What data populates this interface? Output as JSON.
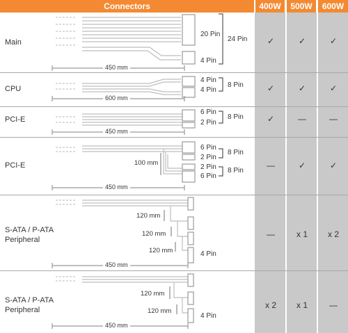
{
  "header": {
    "connectors": "Connectors",
    "w400": "400W",
    "w500": "500W",
    "w600": "600W"
  },
  "colors": {
    "header": "#f38a33",
    "column_bg": "#c9c9c9",
    "row_divider": "#a7a7a7"
  },
  "rows": [
    {
      "label": "Main",
      "length": "450 mm",
      "pins": [
        "20 Pin",
        "4 Pin"
      ],
      "total": "24 Pin",
      "w400": "✓",
      "w500": "✓",
      "w600": "✓"
    },
    {
      "label": "CPU",
      "length": "600 mm",
      "pins": [
        "4 Pin",
        "4 Pin"
      ],
      "total": "8 Pin",
      "w400": "✓",
      "w500": "✓",
      "w600": "✓"
    },
    {
      "label": "PCI-E",
      "length": "450 mm",
      "pins": [
        "6 Pin",
        "2 Pin"
      ],
      "total": "8 Pin",
      "w400": "✓",
      "w500": "—",
      "w600": "—"
    },
    {
      "label": "PCI-E",
      "length": "450 mm",
      "spacing": "100 mm",
      "pins": [
        "6 Pin",
        "2 Pin",
        "2 Pin",
        "6 Pin"
      ],
      "totals": [
        "8 Pin",
        "8 Pin"
      ],
      "w400": "—",
      "w500": "✓",
      "w600": "✓"
    },
    {
      "label_line1": "S-ATA / P-ATA",
      "label_line2": "Peripheral",
      "length": "450 mm",
      "spacings": [
        "120 mm",
        "120 mm",
        "120 mm"
      ],
      "end_pin": "4 Pin",
      "w400": "—",
      "w500": "x 1",
      "w600": "x 2"
    },
    {
      "label_line1": "S-ATA / P-ATA",
      "label_line2": "Peripheral",
      "length": "450 mm",
      "spacings": [
        "120 mm",
        "120 mm"
      ],
      "end_pin": "4 Pin",
      "w400": "x 2",
      "w500": "x 1",
      "w600": "—"
    }
  ]
}
